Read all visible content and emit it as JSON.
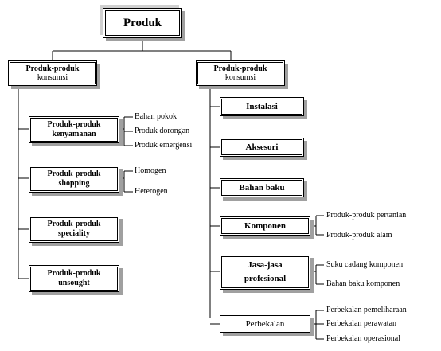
{
  "root": {
    "label": "Produk"
  },
  "left": {
    "header_line1": "Produk-produk",
    "header_line2": "konsumsi",
    "boxes": [
      {
        "line1": "Produk-produk",
        "line2": "kenyamanan",
        "items": [
          "Bahan pokok",
          "Produk dorongan",
          "Produk emergensi"
        ]
      },
      {
        "line1": "Produk-produk",
        "line2": "shopping",
        "items": [
          "Homogen",
          "Heterogen"
        ]
      },
      {
        "line1": "Produk-produk",
        "line2": "speciality",
        "items": []
      },
      {
        "line1": "Produk-produk",
        "line2": "unsought",
        "items": []
      }
    ]
  },
  "right": {
    "header_line1": "Produk-produk",
    "header_line2": "konsumsi",
    "boxes": [
      {
        "label": "Instalasi",
        "items": []
      },
      {
        "label": "Aksesori",
        "items": []
      },
      {
        "label": "Bahan baku",
        "items": []
      },
      {
        "label": "Komponen",
        "items": [
          "Produk-produk pertanian",
          "Produk-produk alam"
        ]
      },
      {
        "line1": "Jasa-jasa",
        "line2": "profesional",
        "items": [
          "Suku cadang komponen",
          "Bahan baku komponen"
        ]
      },
      {
        "label": "Perbekalan",
        "items": [
          "Perbekalan pemeliharaan",
          "Perbekalan perawatan",
          "Perbekalan operasional"
        ]
      }
    ]
  }
}
